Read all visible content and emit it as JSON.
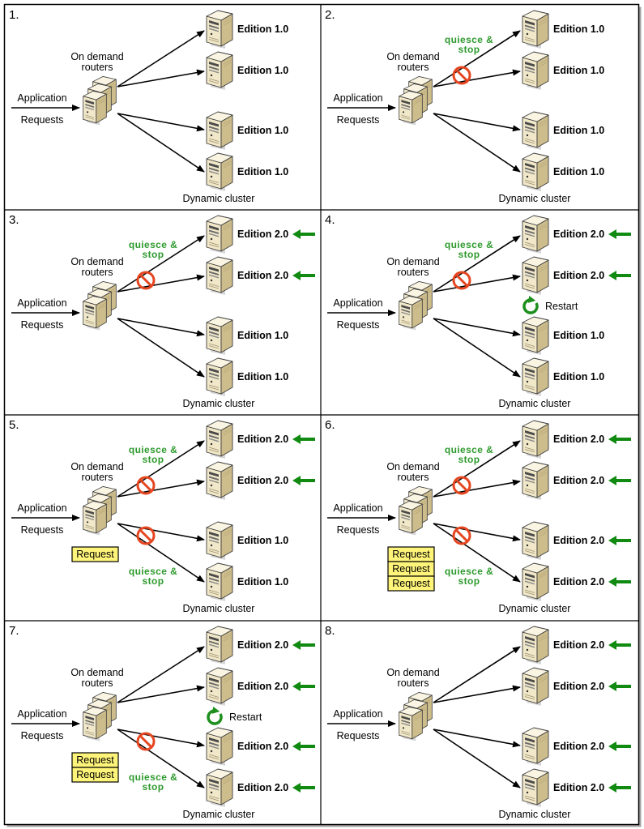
{
  "colors": {
    "quiesce_text": "#2e9a2e",
    "update_arrow": "#118a11",
    "restart_icon": "#1d8f1d",
    "stop_sign": "#e5451f",
    "request_box": "#fff47a"
  },
  "icons": {
    "server": "server-icon",
    "routers": "router-stack-icon",
    "stop": "no-entry-icon",
    "restart": "restart-icon",
    "update": "left-arrow-icon"
  },
  "panels": [
    {
      "number": "1.",
      "routers_label": [
        "On demand",
        "routers"
      ],
      "application_label": "Application",
      "requests_label": "Requests",
      "cluster_label": "Dynamic cluster",
      "servers": [
        {
          "edition": "Edition 1.0",
          "updated": false
        },
        {
          "edition": "Edition 1.0",
          "updated": false
        },
        {
          "edition": "Edition 1.0",
          "updated": false
        },
        {
          "edition": "Edition 1.0",
          "updated": false
        }
      ],
      "top_group": {
        "stopped": false
      },
      "bottom_group": {
        "stopped": false
      },
      "queued_requests": []
    },
    {
      "number": "2.",
      "routers_label": [
        "On demand",
        "routers"
      ],
      "application_label": "Application",
      "requests_label": "Requests",
      "cluster_label": "Dynamic cluster",
      "servers": [
        {
          "edition": "Edition 1.0",
          "updated": false
        },
        {
          "edition": "Edition 1.0",
          "updated": false
        },
        {
          "edition": "Edition 1.0",
          "updated": false
        },
        {
          "edition": "Edition 1.0",
          "updated": false
        }
      ],
      "top_group": {
        "stopped": true,
        "label": [
          "quiesce &",
          "stop"
        ]
      },
      "bottom_group": {
        "stopped": false
      },
      "queued_requests": []
    },
    {
      "number": "3.",
      "routers_label": [
        "On demand",
        "routers"
      ],
      "application_label": "Application",
      "requests_label": "Requests",
      "cluster_label": "Dynamic cluster",
      "servers": [
        {
          "edition": "Edition 2.0",
          "updated": true
        },
        {
          "edition": "Edition 2.0",
          "updated": true
        },
        {
          "edition": "Edition 1.0",
          "updated": false
        },
        {
          "edition": "Edition 1.0",
          "updated": false
        }
      ],
      "top_group": {
        "stopped": true,
        "label": [
          "quiesce &",
          "stop"
        ]
      },
      "bottom_group": {
        "stopped": false
      },
      "queued_requests": []
    },
    {
      "number": "4.",
      "routers_label": [
        "On demand",
        "routers"
      ],
      "application_label": "Application",
      "requests_label": "Requests",
      "cluster_label": "Dynamic cluster",
      "servers": [
        {
          "edition": "Edition 2.0",
          "updated": true
        },
        {
          "edition": "Edition 2.0",
          "updated": true
        },
        {
          "edition": "Edition 1.0",
          "updated": false
        },
        {
          "edition": "Edition 1.0",
          "updated": false
        }
      ],
      "top_group": {
        "stopped": true,
        "label": [
          "quiesce &",
          "stop"
        ]
      },
      "bottom_group": {
        "stopped": false
      },
      "restart_label": "Restart",
      "queued_requests": []
    },
    {
      "number": "5.",
      "routers_label": [
        "On demand",
        "routers"
      ],
      "application_label": "Application",
      "requests_label": "Requests",
      "cluster_label": "Dynamic cluster",
      "servers": [
        {
          "edition": "Edition 2.0",
          "updated": true
        },
        {
          "edition": "Edition 2.0",
          "updated": true
        },
        {
          "edition": "Edition 1.0",
          "updated": false
        },
        {
          "edition": "Edition 1.0",
          "updated": false
        }
      ],
      "top_group": {
        "stopped": true,
        "label": [
          "quiesce &",
          "stop"
        ]
      },
      "bottom_group": {
        "stopped": true,
        "label": [
          "quiesce &",
          "stop"
        ]
      },
      "queued_requests": [
        "Request"
      ]
    },
    {
      "number": "6.",
      "routers_label": [
        "On demand",
        "routers"
      ],
      "application_label": "Application",
      "requests_label": "Requests",
      "cluster_label": "Dynamic cluster",
      "servers": [
        {
          "edition": "Edition 2.0",
          "updated": true
        },
        {
          "edition": "Edition 2.0",
          "updated": true
        },
        {
          "edition": "Edition 2.0",
          "updated": true
        },
        {
          "edition": "Edition 2.0",
          "updated": true
        }
      ],
      "top_group": {
        "stopped": true,
        "label": [
          "quiesce &",
          "stop"
        ]
      },
      "bottom_group": {
        "stopped": true,
        "label": [
          "quiesce &",
          "stop"
        ]
      },
      "queued_requests": [
        "Request",
        "Request",
        "Request"
      ]
    },
    {
      "number": "7.",
      "routers_label": [
        "On demand",
        "routers"
      ],
      "application_label": "Application",
      "requests_label": "Requests",
      "cluster_label": "Dynamic cluster",
      "servers": [
        {
          "edition": "Edition 2.0",
          "updated": true
        },
        {
          "edition": "Edition 2.0",
          "updated": true
        },
        {
          "edition": "Edition 2.0",
          "updated": true
        },
        {
          "edition": "Edition 2.0",
          "updated": true
        }
      ],
      "top_group": {
        "stopped": false
      },
      "bottom_group": {
        "stopped": true,
        "label": [
          "quiesce &",
          "stop"
        ]
      },
      "restart_label": "Restart",
      "queued_requests": [
        "Request",
        "Request"
      ]
    },
    {
      "number": "8.",
      "routers_label": [
        "On demand",
        "routers"
      ],
      "application_label": "Application",
      "requests_label": "Requests",
      "cluster_label": "Dynamic cluster",
      "servers": [
        {
          "edition": "Edition 2.0",
          "updated": true
        },
        {
          "edition": "Edition 2.0",
          "updated": true
        },
        {
          "edition": "Edition 2.0",
          "updated": true
        },
        {
          "edition": "Edition 2.0",
          "updated": true
        }
      ],
      "top_group": {
        "stopped": false
      },
      "bottom_group": {
        "stopped": false
      },
      "queued_requests": []
    }
  ]
}
